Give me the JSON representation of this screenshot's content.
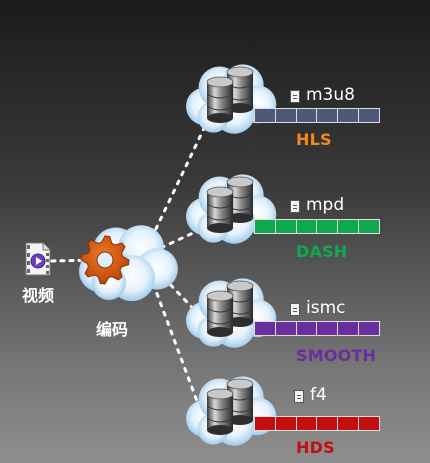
{
  "source": {
    "label": "视频",
    "icon": "video-file-icon"
  },
  "encoder": {
    "label": "编码",
    "icon": "gear-icon",
    "gear_color": "#d35a0e"
  },
  "outputs": [
    {
      "file": "m3u8",
      "protocol": "HLS",
      "color": "#4c5a78",
      "label_color": "#f28a1c",
      "segments": 6
    },
    {
      "file": "mpd",
      "protocol": "DASH",
      "color": "#12a850",
      "label_color": "#12a850",
      "segments": 6
    },
    {
      "file": "ismc",
      "protocol": "SMOOTH",
      "color": "#6a2f9c",
      "label_color": "#6a2f9c",
      "segments": 6
    },
    {
      "file": "f4",
      "protocol": "HDS",
      "color": "#c20e0e",
      "label_color": "#c20e0e",
      "segments": 6
    }
  ]
}
